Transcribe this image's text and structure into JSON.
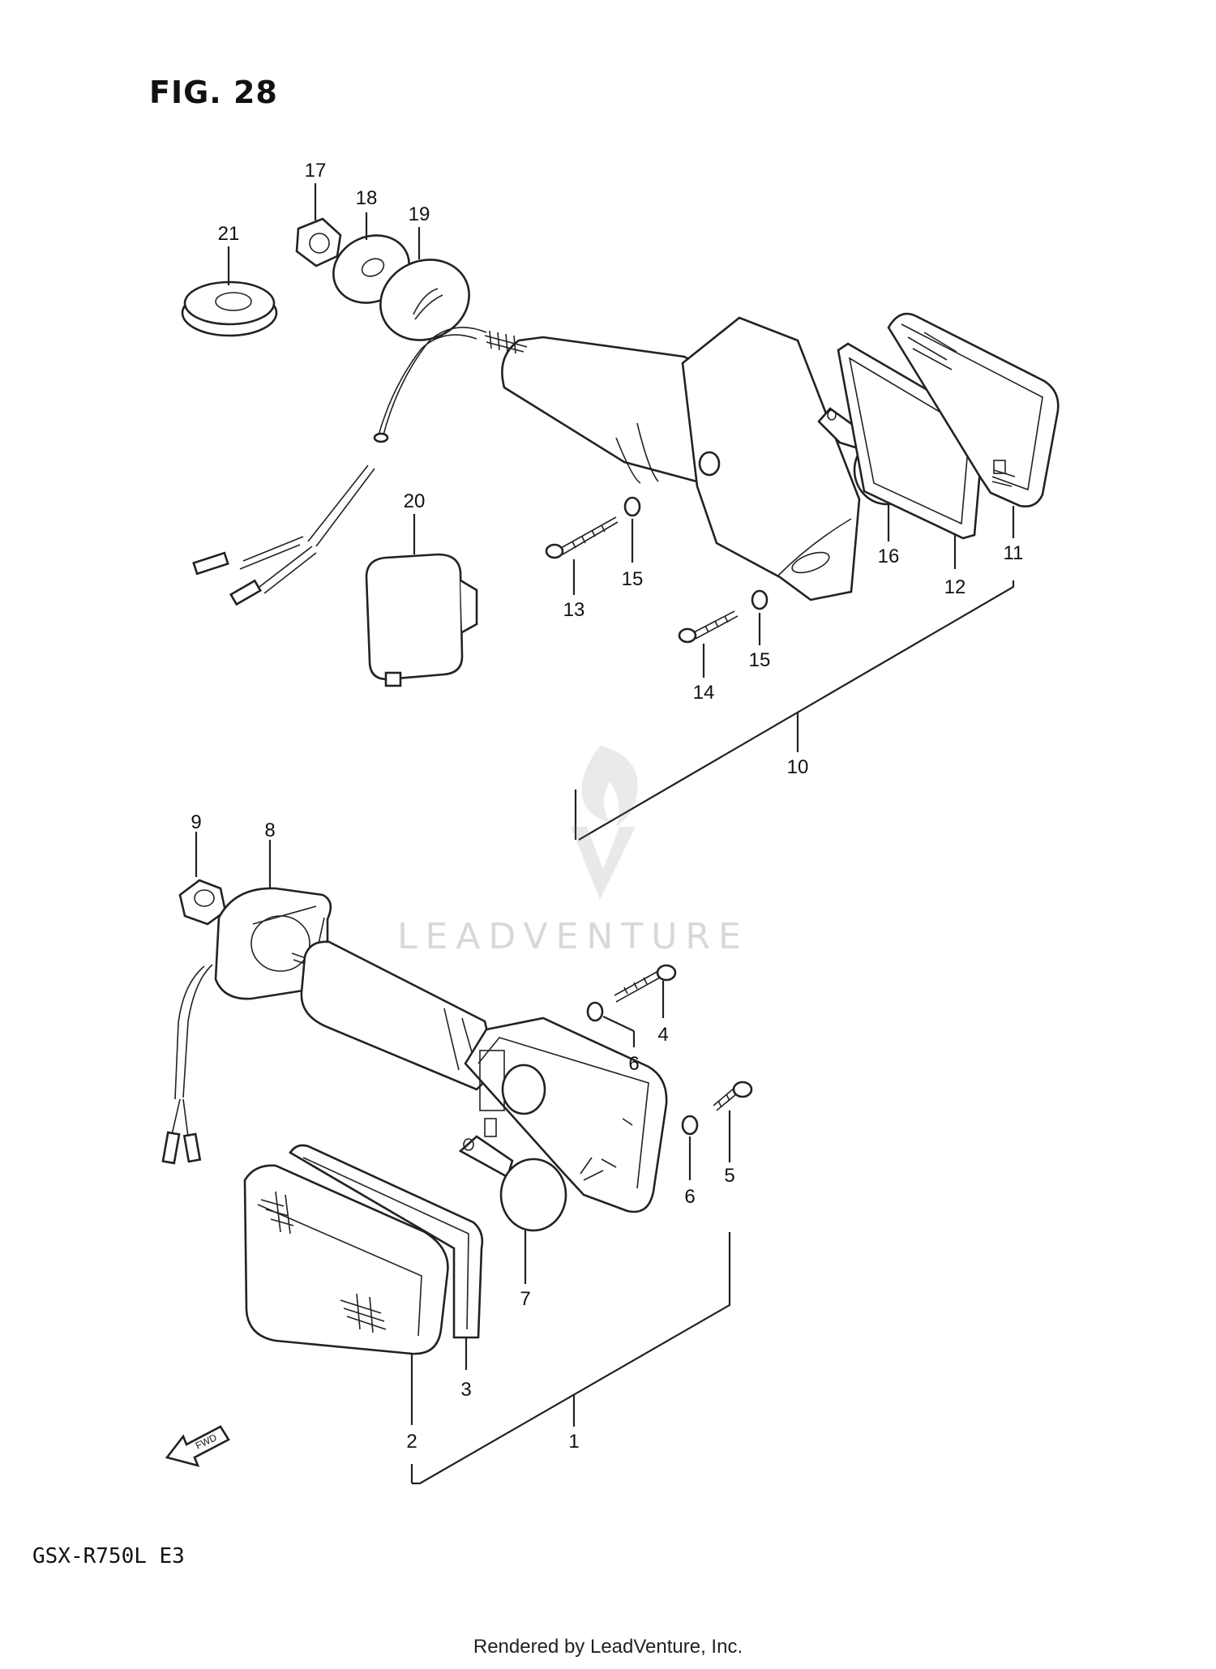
{
  "figure": {
    "title": "FIG. 28",
    "model": "GSX-R750L  E3",
    "footer": "Rendered by LeadVenture, Inc.",
    "watermark": "LEADVENTURE",
    "fwd_label": "FWD"
  },
  "callouts": {
    "c1": "1",
    "c2": "2",
    "c3": "3",
    "c4": "4",
    "c5": "5",
    "c6a": "6",
    "c6b": "6",
    "c7": "7",
    "c8": "8",
    "c9": "9",
    "c10": "10",
    "c11": "11",
    "c12": "12",
    "c13": "13",
    "c14": "14",
    "c15a": "15",
    "c15b": "15",
    "c16": "16",
    "c17": "17",
    "c18": "18",
    "c19": "19",
    "c20": "20",
    "c21": "21"
  }
}
